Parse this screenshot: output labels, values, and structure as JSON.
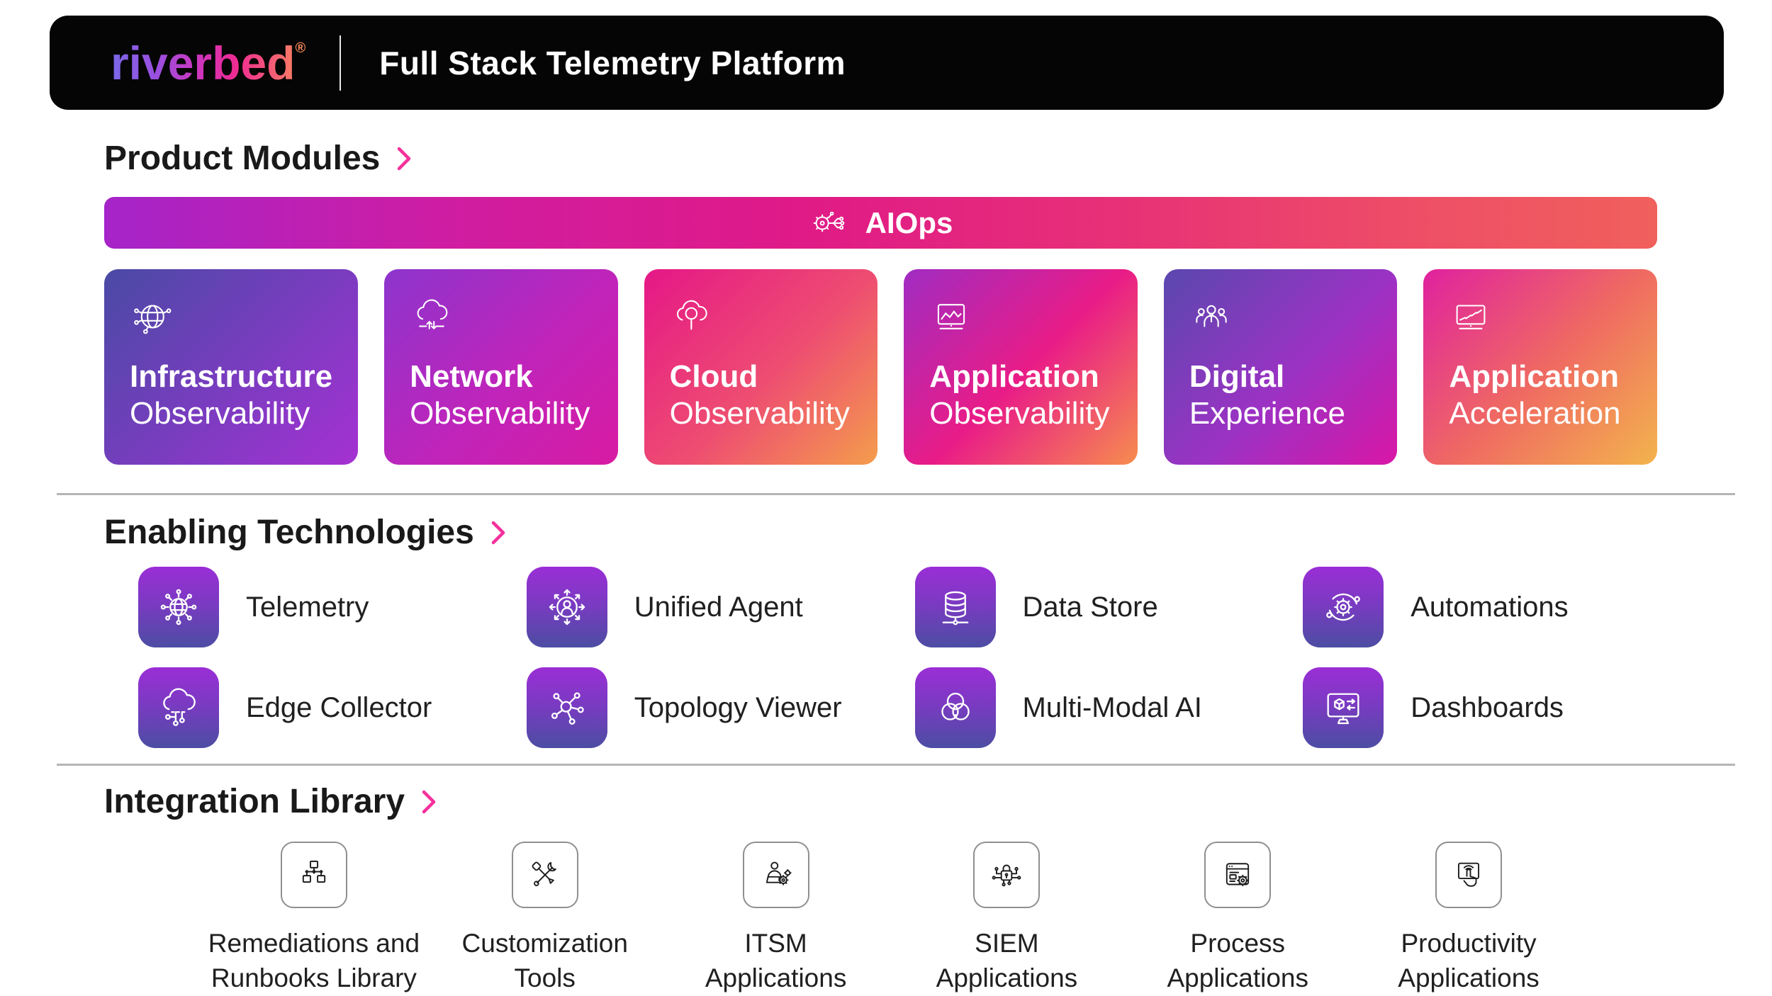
{
  "header": {
    "logo_text": "riverbed",
    "logo_mark": "®",
    "title": "Full Stack Telemetry Platform"
  },
  "sections": {
    "product_modules": {
      "heading": "Product Modules",
      "aiops": {
        "label": "AIOps",
        "icon": "aiops-gear-circuit-icon"
      },
      "cards": [
        {
          "line1": "Infrastructure",
          "line2": "Observability",
          "icon": "globe-network-icon"
        },
        {
          "line1": "Network",
          "line2": "Observability",
          "icon": "cloud-transfer-icon"
        },
        {
          "line1": "Cloud",
          "line2": "Observability",
          "icon": "cloud-search-icon"
        },
        {
          "line1": "Application",
          "line2": "Observability",
          "icon": "monitor-chart-icon"
        },
        {
          "line1": "Digital",
          "line2": "Experience",
          "icon": "users-group-icon"
        },
        {
          "line1": "Application",
          "line2": "Acceleration",
          "icon": "monitor-trend-icon"
        }
      ]
    },
    "enabling_technologies": {
      "heading": "Enabling Technologies",
      "items": [
        {
          "label": "Telemetry",
          "icon": "telemetry-globe-icon"
        },
        {
          "label": "Unified Agent",
          "icon": "agent-arrows-icon"
        },
        {
          "label": "Data Store",
          "icon": "database-icon"
        },
        {
          "label": "Automations",
          "icon": "gear-orbit-icon"
        },
        {
          "label": "Edge Collector",
          "icon": "cloud-collector-icon"
        },
        {
          "label": "Topology Viewer",
          "icon": "topology-nodes-icon"
        },
        {
          "label": "Multi-Modal AI",
          "icon": "venn-circles-icon"
        },
        {
          "label": "Dashboards",
          "icon": "dashboard-monitor-icon"
        }
      ]
    },
    "integration_library": {
      "heading": "Integration Library",
      "items": [
        {
          "line1": "Remediations and",
          "line2": "Runbooks Library",
          "icon": "org-chart-icon"
        },
        {
          "line1": "Customization",
          "line2": "Tools",
          "icon": "tools-icon"
        },
        {
          "line1": "ITSM",
          "line2": "Applications",
          "icon": "person-gears-icon"
        },
        {
          "line1": "SIEM",
          "line2": "Applications",
          "icon": "lock-circuit-icon"
        },
        {
          "line1": "Process",
          "line2": "Applications",
          "icon": "window-gear-icon"
        },
        {
          "line1": "Productivity",
          "line2": "Applications",
          "icon": "touch-hand-icon"
        }
      ]
    }
  },
  "colors": {
    "page_bg": "#ffffff",
    "header_bg": "#050505",
    "header_title_text": "#ffffff",
    "heading_text": "#191919",
    "label_text": "#202020",
    "chevron_pink": "#f5309c",
    "divider_gray": "#b5b5b5",
    "card_text": "#ffffff",
    "logo_gradient": [
      "#7a67e8",
      "#9b4fe0",
      "#cf35bc",
      "#ee2b92",
      "#f4537b",
      "#f98b5b"
    ],
    "aiops_gradient": [
      "#a524c9",
      "#e01a87",
      "#f0605c"
    ],
    "card_gradients": {
      "infrastructure_observability": [
        "#4a4aa5",
        "#a531d2"
      ],
      "network_observability": [
        "#8c35cd",
        "#d81ba2"
      ],
      "cloud_observability": [
        "#e51787",
        "#f49d4c"
      ],
      "application_observability": [
        "#a02cc2",
        "#e91c87",
        "#f68d4e"
      ],
      "digital_experience": [
        "#5a48ae",
        "#d916a6"
      ],
      "application_acceleration": [
        "#e0219f",
        "#f3b44d"
      ]
    },
    "enabling_tile_gradient": [
      "#9a2ed6",
      "#4c4da3"
    ],
    "integration_tile_border": "#8f8f8f"
  }
}
